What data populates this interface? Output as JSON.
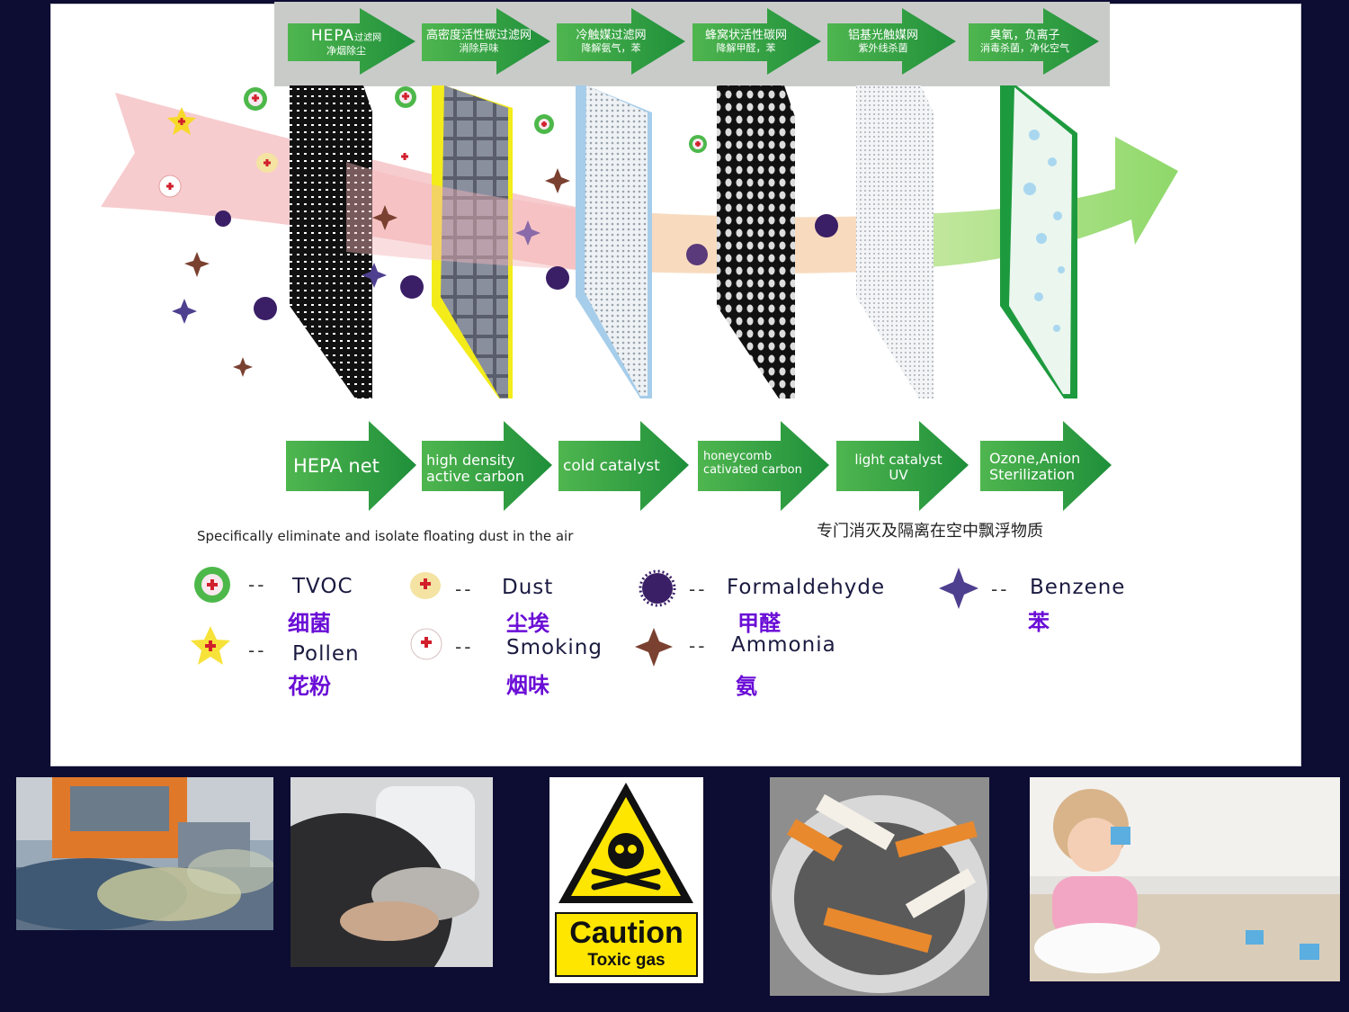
{
  "top_stages": [
    {
      "title": "HEPA",
      "title_small": "过滤网",
      "sub": "净烟除尘"
    },
    {
      "title": "高密度活性碳过滤网",
      "title_small": "",
      "sub": "消除异味"
    },
    {
      "title": "冷触媒过滤网",
      "title_small": "",
      "sub": "降解氨气，苯"
    },
    {
      "title": "蜂窝状活性碳网",
      "title_small": "",
      "sub": "降解甲醛，苯"
    },
    {
      "title": "铝基光触媒网",
      "title_small": "",
      "sub": "紫外线杀菌"
    },
    {
      "title": "臭氧，负离子",
      "title_small": "",
      "sub": "消毒杀菌，净化空气"
    }
  ],
  "bottom_stages": [
    {
      "line1": "HEPA net",
      "line2": ""
    },
    {
      "line1": "high density",
      "line2": "active carbon"
    },
    {
      "line1": "cold catalyst",
      "line2": ""
    },
    {
      "line1": "honeycomb",
      "line2": "cativated carbon"
    },
    {
      "line1": "light catalyst",
      "line2": "UV"
    },
    {
      "line1": "Ozone,Anion",
      "line2": "Sterilization"
    }
  ],
  "caption_en": "Specifically eliminate and isolate floating dust in the air",
  "caption_cn": "专门消灭及隔离在空中飘浮物质",
  "legend": [
    {
      "en": "TVOC",
      "cn": "细菌",
      "icon": "tvoc-icon"
    },
    {
      "en": "Pollen",
      "cn": "花粉",
      "icon": "pollen-icon"
    },
    {
      "en": "Dust",
      "cn": "尘埃",
      "icon": "dust-icon"
    },
    {
      "en": "Smoking",
      "cn": "烟味",
      "icon": "smoking-icon"
    },
    {
      "en": "Formaldehyde",
      "cn": "甲醛",
      "icon": "formaldehyde-icon"
    },
    {
      "en": "Ammonia",
      "cn": "氨",
      "icon": "ammonia-icon"
    },
    {
      "en": "Benzene",
      "cn": "苯",
      "icon": "benzene-icon"
    }
  ],
  "legend_dash": "--",
  "caution": {
    "word": "Caution",
    "sub": "Toxic gas"
  },
  "colors": {
    "background": "#0d0c33",
    "arrow_green": "#3fae49",
    "legend_cn": "#6a0dd6",
    "tvoc": "#4db84a",
    "formaldehyde": "#3a1f66",
    "ammonia": "#7a4030",
    "benzene": "#4f3f8f"
  }
}
